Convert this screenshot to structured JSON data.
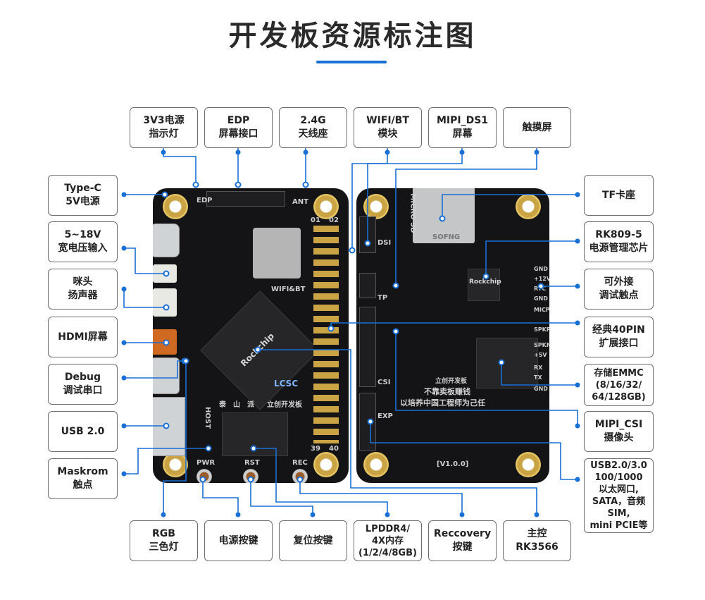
{
  "title": "开发板资源标注图",
  "colors": {
    "accent": "#1a6fd6",
    "line": "#1a6fd6",
    "board": "#141416",
    "gold": "#c9a344"
  },
  "top_labels": [
    {
      "id": "led",
      "text": "3V3电源\n指示灯"
    },
    {
      "id": "edp",
      "text": "EDP\n屏幕接口"
    },
    {
      "id": "ant",
      "text": "2.4G\n天线座"
    },
    {
      "id": "wifi",
      "text": "WIFI/BT\n模块"
    },
    {
      "id": "dsi",
      "text": "MIPI_DS1\n屏幕"
    },
    {
      "id": "touch",
      "text": "触摸屏"
    }
  ],
  "left_labels": [
    {
      "id": "typec",
      "text": "Type-C\n5V电源"
    },
    {
      "id": "dcin",
      "text": "5~18V\n宽电压输入"
    },
    {
      "id": "spk",
      "text": "咪头\n扬声器"
    },
    {
      "id": "hdmi",
      "text": "HDMI屏幕"
    },
    {
      "id": "debug",
      "text": "Debug\n调试串口"
    },
    {
      "id": "usb",
      "text": "USB 2.0"
    },
    {
      "id": "maskrom",
      "text": "Maskrom\n触点"
    }
  ],
  "right_labels": [
    {
      "id": "tf",
      "text": "TF卡座"
    },
    {
      "id": "pmic",
      "text": "RK809-5\n电源管理芯片"
    },
    {
      "id": "dbgpad",
      "text": "可外接\n调试触点"
    },
    {
      "id": "gpio",
      "text": "经典40PIN\n扩展接口"
    },
    {
      "id": "emmc",
      "text": "存储EMMC\n(8/16/32/\n64/128GB)"
    },
    {
      "id": "csi",
      "text": "MIPI_CSI\n摄像头"
    },
    {
      "id": "pcie",
      "text": "USB2.0/3.0\n100/1000\n以太网口,\nSATA，音频\nSIM,\nmini PCIE等"
    }
  ],
  "bottom_labels": [
    {
      "id": "rgb",
      "text": "RGB\n三色灯"
    },
    {
      "id": "pwr",
      "text": "电源按键"
    },
    {
      "id": "rst",
      "text": "复位按键"
    },
    {
      "id": "ddr",
      "text": "LPDDR4/\n4X内存\n(1/2/4/8GB)"
    },
    {
      "id": "rec",
      "text": "Reccovery\n按键"
    },
    {
      "id": "soc",
      "text": "主控\nRK3566"
    }
  ],
  "board_front": {
    "silk": [
      "EDP",
      "ANT",
      "WIFI&BT",
      "01",
      "02",
      "39",
      "40",
      "PWR",
      "RST",
      "REC",
      "HOST",
      "泰",
      "山",
      "派",
      "立创开发板"
    ],
    "soc_text": "Rockchip",
    "logo": "LCSC"
  },
  "board_back": {
    "silk": [
      "MICRO SD",
      "SOFNG",
      "DSI",
      "TP",
      "CSI",
      "EXP",
      "GND",
      "+12V",
      "RTC",
      "GND",
      "MICP",
      "SPKP",
      "SPKN",
      "+5V",
      "RX",
      "TX",
      "GND",
      "[V1.0.0]",
      "不靠卖板赚钱",
      "以培养中国工程师为己任",
      "立创开发板"
    ],
    "pmic_text": "Rockchip"
  }
}
